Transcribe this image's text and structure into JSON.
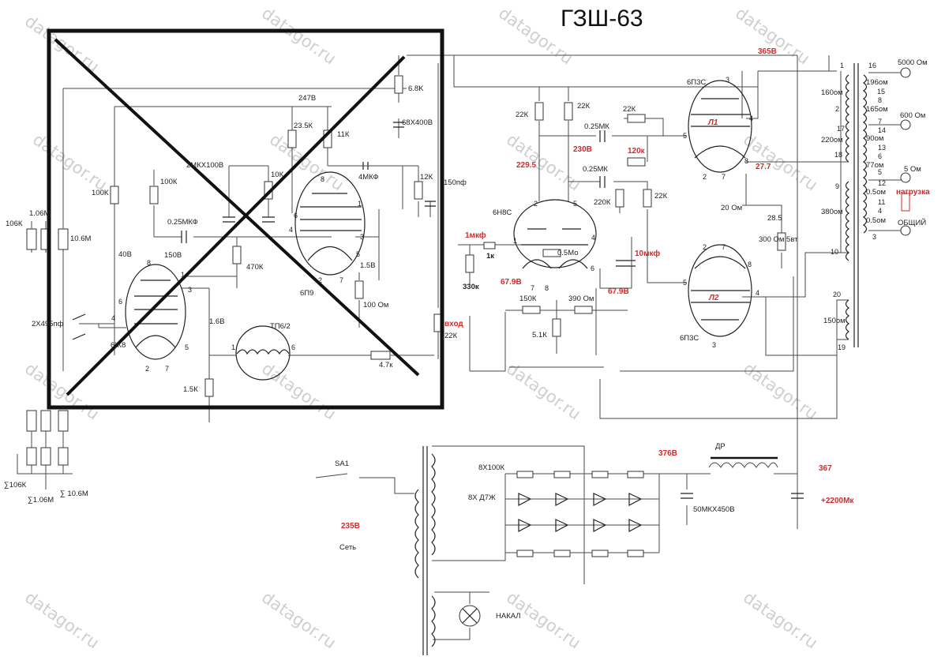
{
  "title": "ГЗШ-63",
  "watermark": "datagor.ru",
  "colors": {
    "line": "#4a4a4a",
    "annotation": "#d42a2a",
    "cross_frame": "#111111"
  },
  "labels": {
    "r_6_8k": "6.8K",
    "v_247": "247В",
    "c_68x400": "68Х400В",
    "r_23_5k": "23.5К",
    "r_11k": "11К",
    "c_2mkx100": "2МКХ100В",
    "r_10k": "10К",
    "c_4mkf": "4МКФ",
    "r_12k": "12К",
    "c_150pf": "150пф",
    "r_100k_a": "100К",
    "r_100k_b": "100К",
    "r_106k": "106К",
    "r_106m": "1.06М",
    "r_10_6m": "10.6М",
    "c_025mkf_l": "0.25МКФ",
    "r_470k": "470К",
    "v_40": "40В",
    "v_150": "150В",
    "tube_6p9": "6П9",
    "v_1_5": "1.5В",
    "r_100om": "100 Ом",
    "c_2x495": "2Х495пф",
    "tube_6zh8": "6Ж8",
    "v_1_6": "1.6В",
    "tp": "ТП6/2",
    "r_4_7k": "4.7к",
    "r_1_5k": "1.5К",
    "r_106k_b": "∑106К",
    "r_106m_b": "∑1.06М",
    "r_10_6m_b": "∑ 10.6М",
    "v_365": "365В",
    "r_22k_a": "22К",
    "r_22k_b": "22К",
    "r_22k_c": "22К",
    "c_025mk_a": "0.25МК",
    "v_230": "230В",
    "r_120k": "120к",
    "v_229_5": "229.5",
    "c_025mk_b": "0.25МК",
    "r_22k_d": "22К",
    "r_220k": "220К",
    "tube_6n8s": "6Н8С",
    "c_1mkf": "1мкф",
    "r_1k": "1к",
    "r_330k": "330к",
    "r_05mo": "0.5Мо",
    "c_10mkf": "10мкф",
    "v_67_9_a": "67.9В",
    "v_67_9_b": "67.9В",
    "r_150k": "150К",
    "r_390om": "390 Ом",
    "r_5_1k": "5.1К",
    "input": "вход",
    "r_22k_in": "22К",
    "tube_6p3s_1": "6П3С",
    "l1": "Л1",
    "v_27_7": "27.7",
    "r_20om": "20 Ом",
    "r_28_5": "28.5",
    "r_300om": "300 Ом 5вт",
    "tube_6p3s_2": "6П3С",
    "l2": "Л2",
    "out_5000": "5000 Ом",
    "out_600": "600 Ом",
    "out_5": "5 Ом",
    "load": "нагрузка",
    "common": "ОБЩИЙ",
    "ohm_160": "160ом",
    "ohm_196": "196ом",
    "ohm_165": "165ом",
    "ohm_220": "220ом",
    "ohm_90": "90ом",
    "ohm_77": "77ом",
    "ohm_0_5a": "0.5ом",
    "ohm_380": "380ом",
    "ohm_0_5b": "0.5ом",
    "ohm_150": "150ом",
    "sa1": "SA1",
    "v_235": "235В",
    "mains": "Сеть",
    "r_8x100k": "8Х100К",
    "d_8x": "8Х Д7Ж",
    "v_376": "376В",
    "dr": "ДР",
    "v_367": "367",
    "c_50mkx450": "50МКХ450В",
    "c_2200": "+2200Мк",
    "heater": "НАКАЛ"
  },
  "pins": [
    "1",
    "2",
    "3",
    "4",
    "5",
    "6",
    "7",
    "8"
  ],
  "transformer_taps": [
    "1",
    "2",
    "3",
    "4",
    "5",
    "6",
    "7",
    "8",
    "9",
    "10",
    "11",
    "12",
    "13",
    "14",
    "15",
    "16",
    "17",
    "18",
    "19",
    "20"
  ]
}
